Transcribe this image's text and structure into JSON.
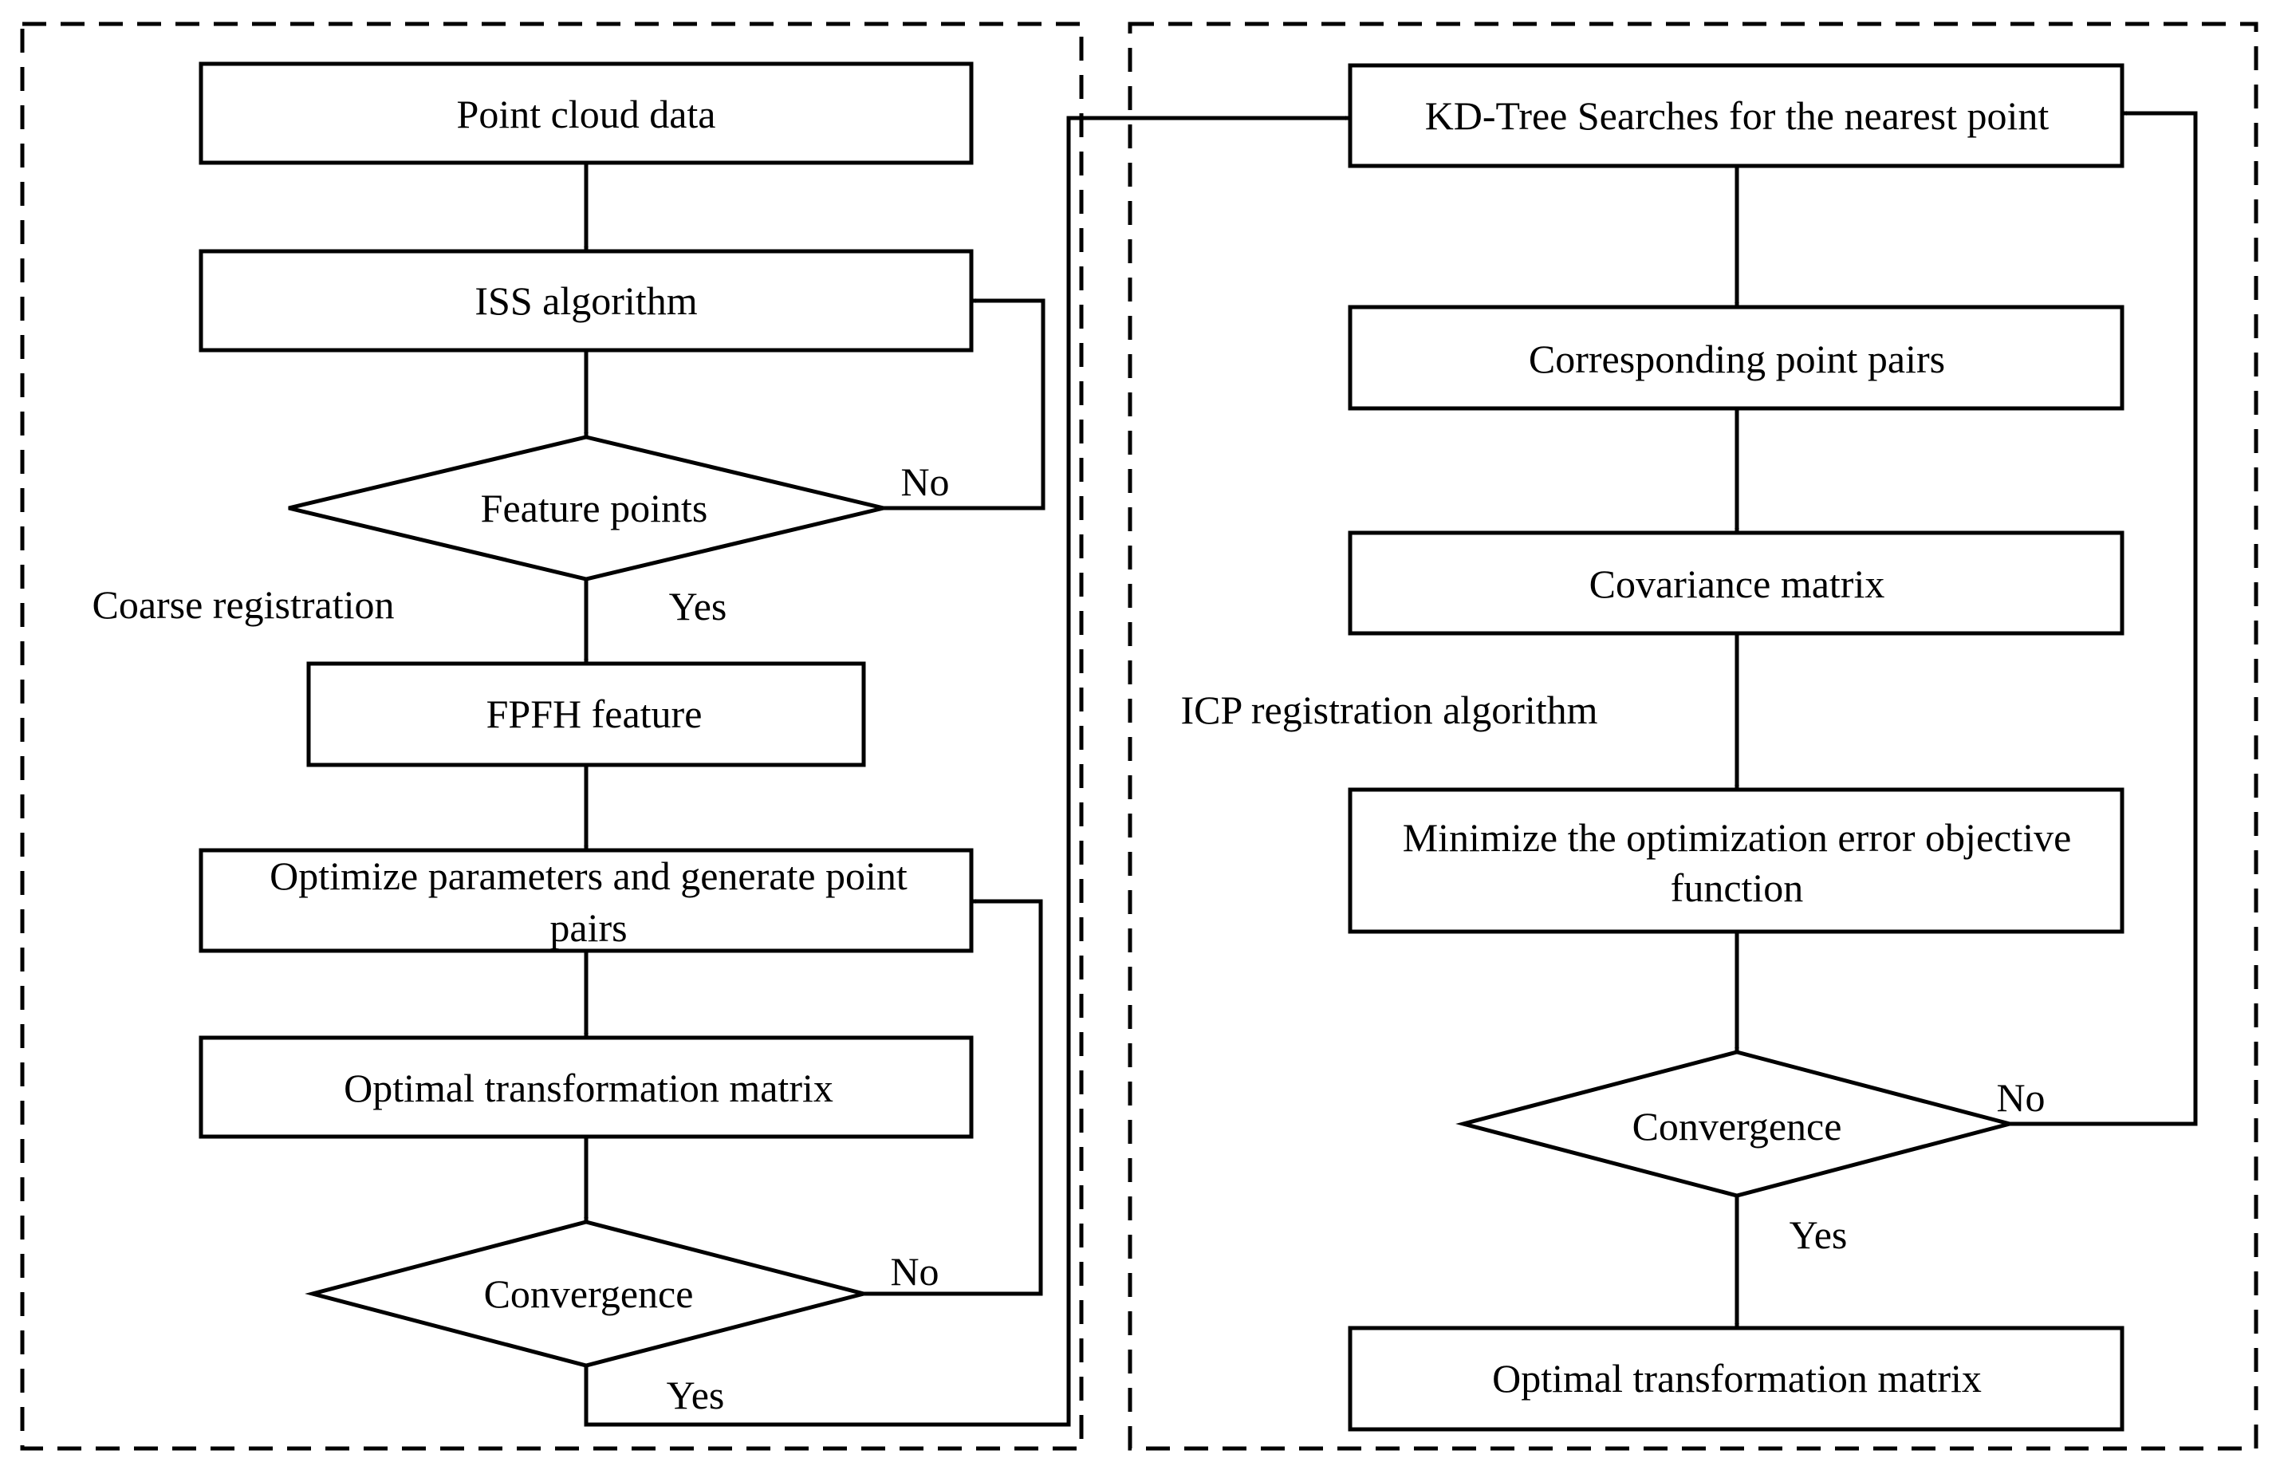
{
  "colors": {
    "line": "#000000",
    "background": "#ffffff"
  },
  "coarse": {
    "section_label": "Coarse registration",
    "nodes": {
      "point_cloud": "Point cloud data",
      "iss": "ISS algorithm",
      "feature_points": "Feature points",
      "fpfh": "FPFH feature",
      "optimize_line1": "Optimize parameters and generate point",
      "optimize_line2": "pairs",
      "optimal_matrix": "Optimal transformation matrix",
      "convergence": "Convergence"
    },
    "edges": {
      "feature_no": "No",
      "feature_yes": "Yes",
      "convergence_no": "No",
      "convergence_yes": "Yes"
    }
  },
  "icp": {
    "section_label": "ICP  registration algorithm",
    "nodes": {
      "kdtree": "KD-Tree Searches for the nearest point",
      "pairs": "Corresponding point pairs",
      "covariance": "Covariance matrix",
      "minimize_line1": "Minimize the optimization error objective",
      "minimize_line2": "function",
      "convergence": "Convergence",
      "optimal_matrix": "Optimal transformation matrix"
    },
    "edges": {
      "convergence_no": "No",
      "convergence_yes": "Yes"
    }
  }
}
